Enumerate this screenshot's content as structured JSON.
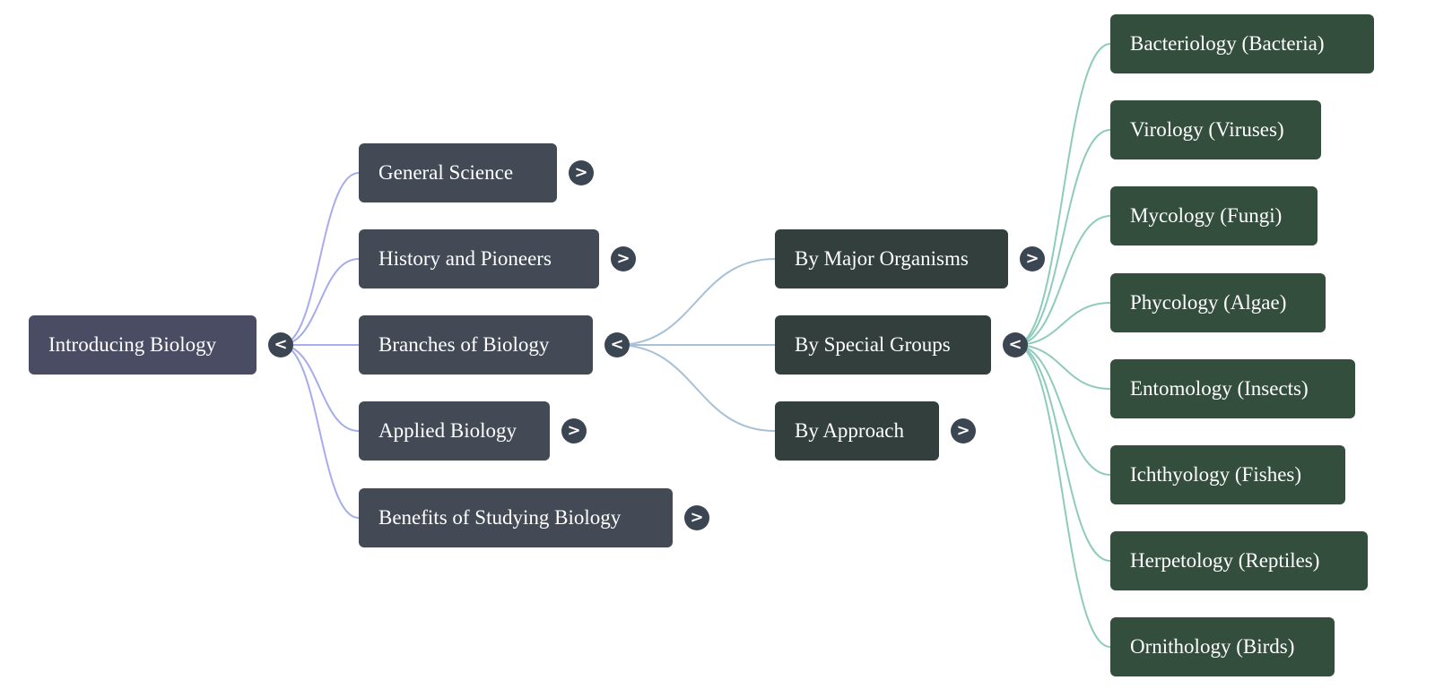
{
  "colors": {
    "root": "#4a4c63",
    "level1": "#434a55",
    "level2": "#323f3d",
    "level3": "#344e3e",
    "toggle": "#3c4552",
    "edge_level1": "#a6acec",
    "edge_level2": "#a7c1d8",
    "edge_level3": "#8fcbbb"
  },
  "mindmap": {
    "root": {
      "label": "Introducing Biology",
      "toggle": "<"
    },
    "level1": [
      {
        "label": "General Science",
        "toggle": ">"
      },
      {
        "label": "History and Pioneers",
        "toggle": ">"
      },
      {
        "label": "Branches of Biology",
        "toggle": "<"
      },
      {
        "label": "Applied Biology",
        "toggle": ">"
      },
      {
        "label": "Benefits of Studying Biology",
        "toggle": ">"
      }
    ],
    "level2": [
      {
        "label": "By Major Organisms",
        "toggle": ">"
      },
      {
        "label": "By Special Groups",
        "toggle": "<"
      },
      {
        "label": "By Approach",
        "toggle": ">"
      }
    ],
    "level3": [
      {
        "label": "Bacteriology (Bacteria)"
      },
      {
        "label": "Virology (Viruses)"
      },
      {
        "label": "Mycology (Fungi)"
      },
      {
        "label": "Phycology (Algae)"
      },
      {
        "label": "Entomology (Insects)"
      },
      {
        "label": "Ichthyology (Fishes)"
      },
      {
        "label": "Herpetology (Reptiles)"
      },
      {
        "label": "Ornithology (Birds)"
      }
    ]
  }
}
